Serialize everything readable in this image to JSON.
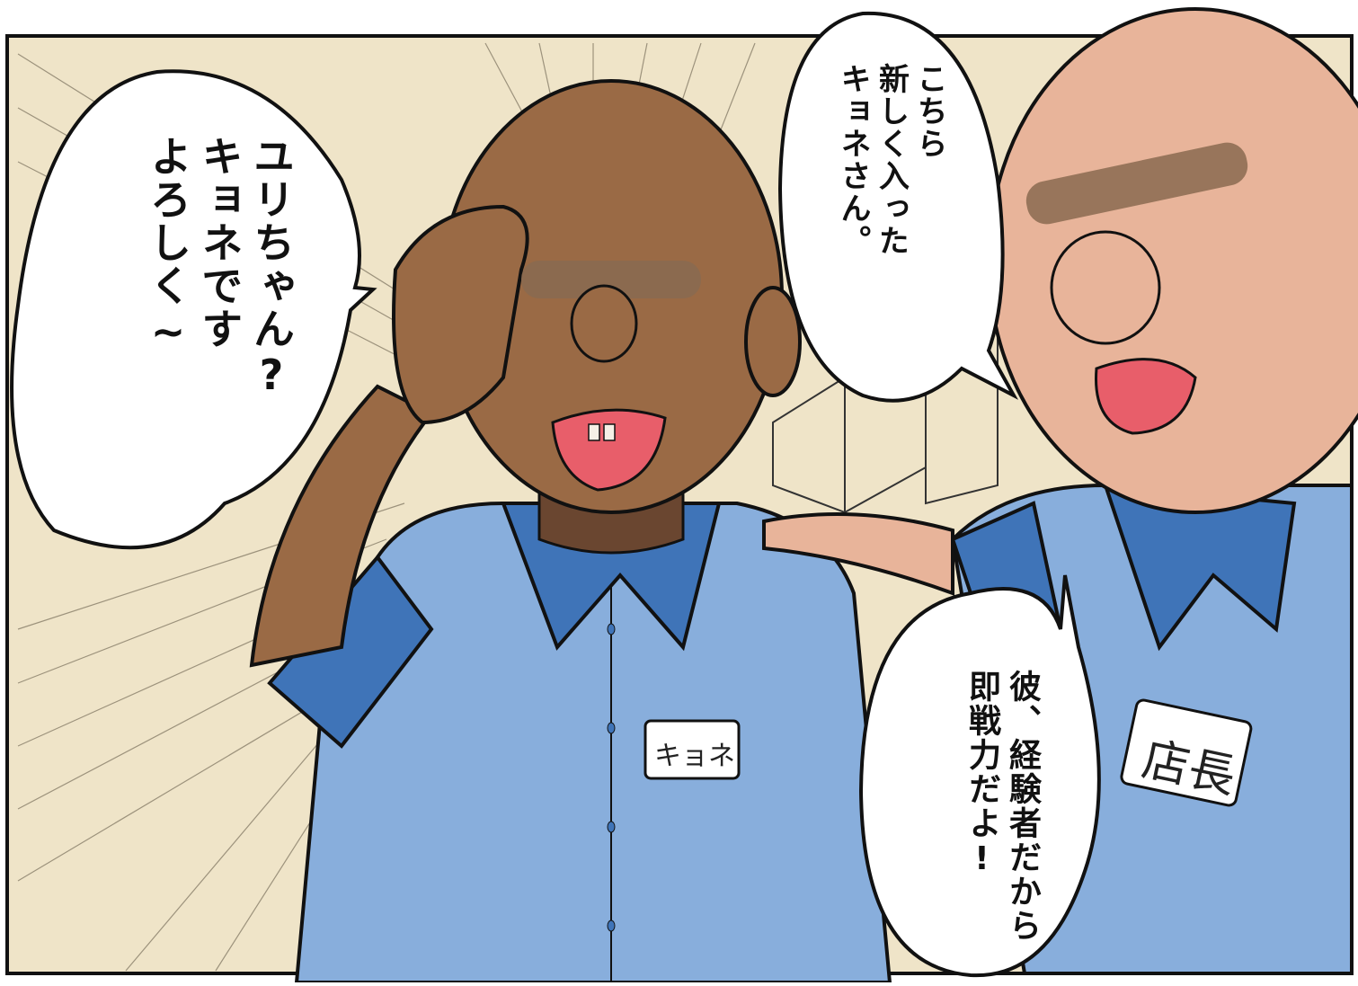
{
  "panel": {
    "speech": {
      "left": "ユリちゃん?\nキョネです\nよろしく~",
      "top_right": "こちら\n新しく入った\nキョネさん。",
      "bottom_right": "彼、経験者だから\n即戦力だよ!"
    },
    "name_tags": {
      "kyone": "キョネ",
      "manager": "店長"
    }
  },
  "colors": {
    "background": "#efe4c8",
    "kyone_skin": "#9a6a45",
    "manager_skin": "#e8b49a",
    "shirt": "#88aedc",
    "shirt_collar": "#3f74b8",
    "eye_censor": "#8a6a50",
    "outline": "#111111"
  }
}
